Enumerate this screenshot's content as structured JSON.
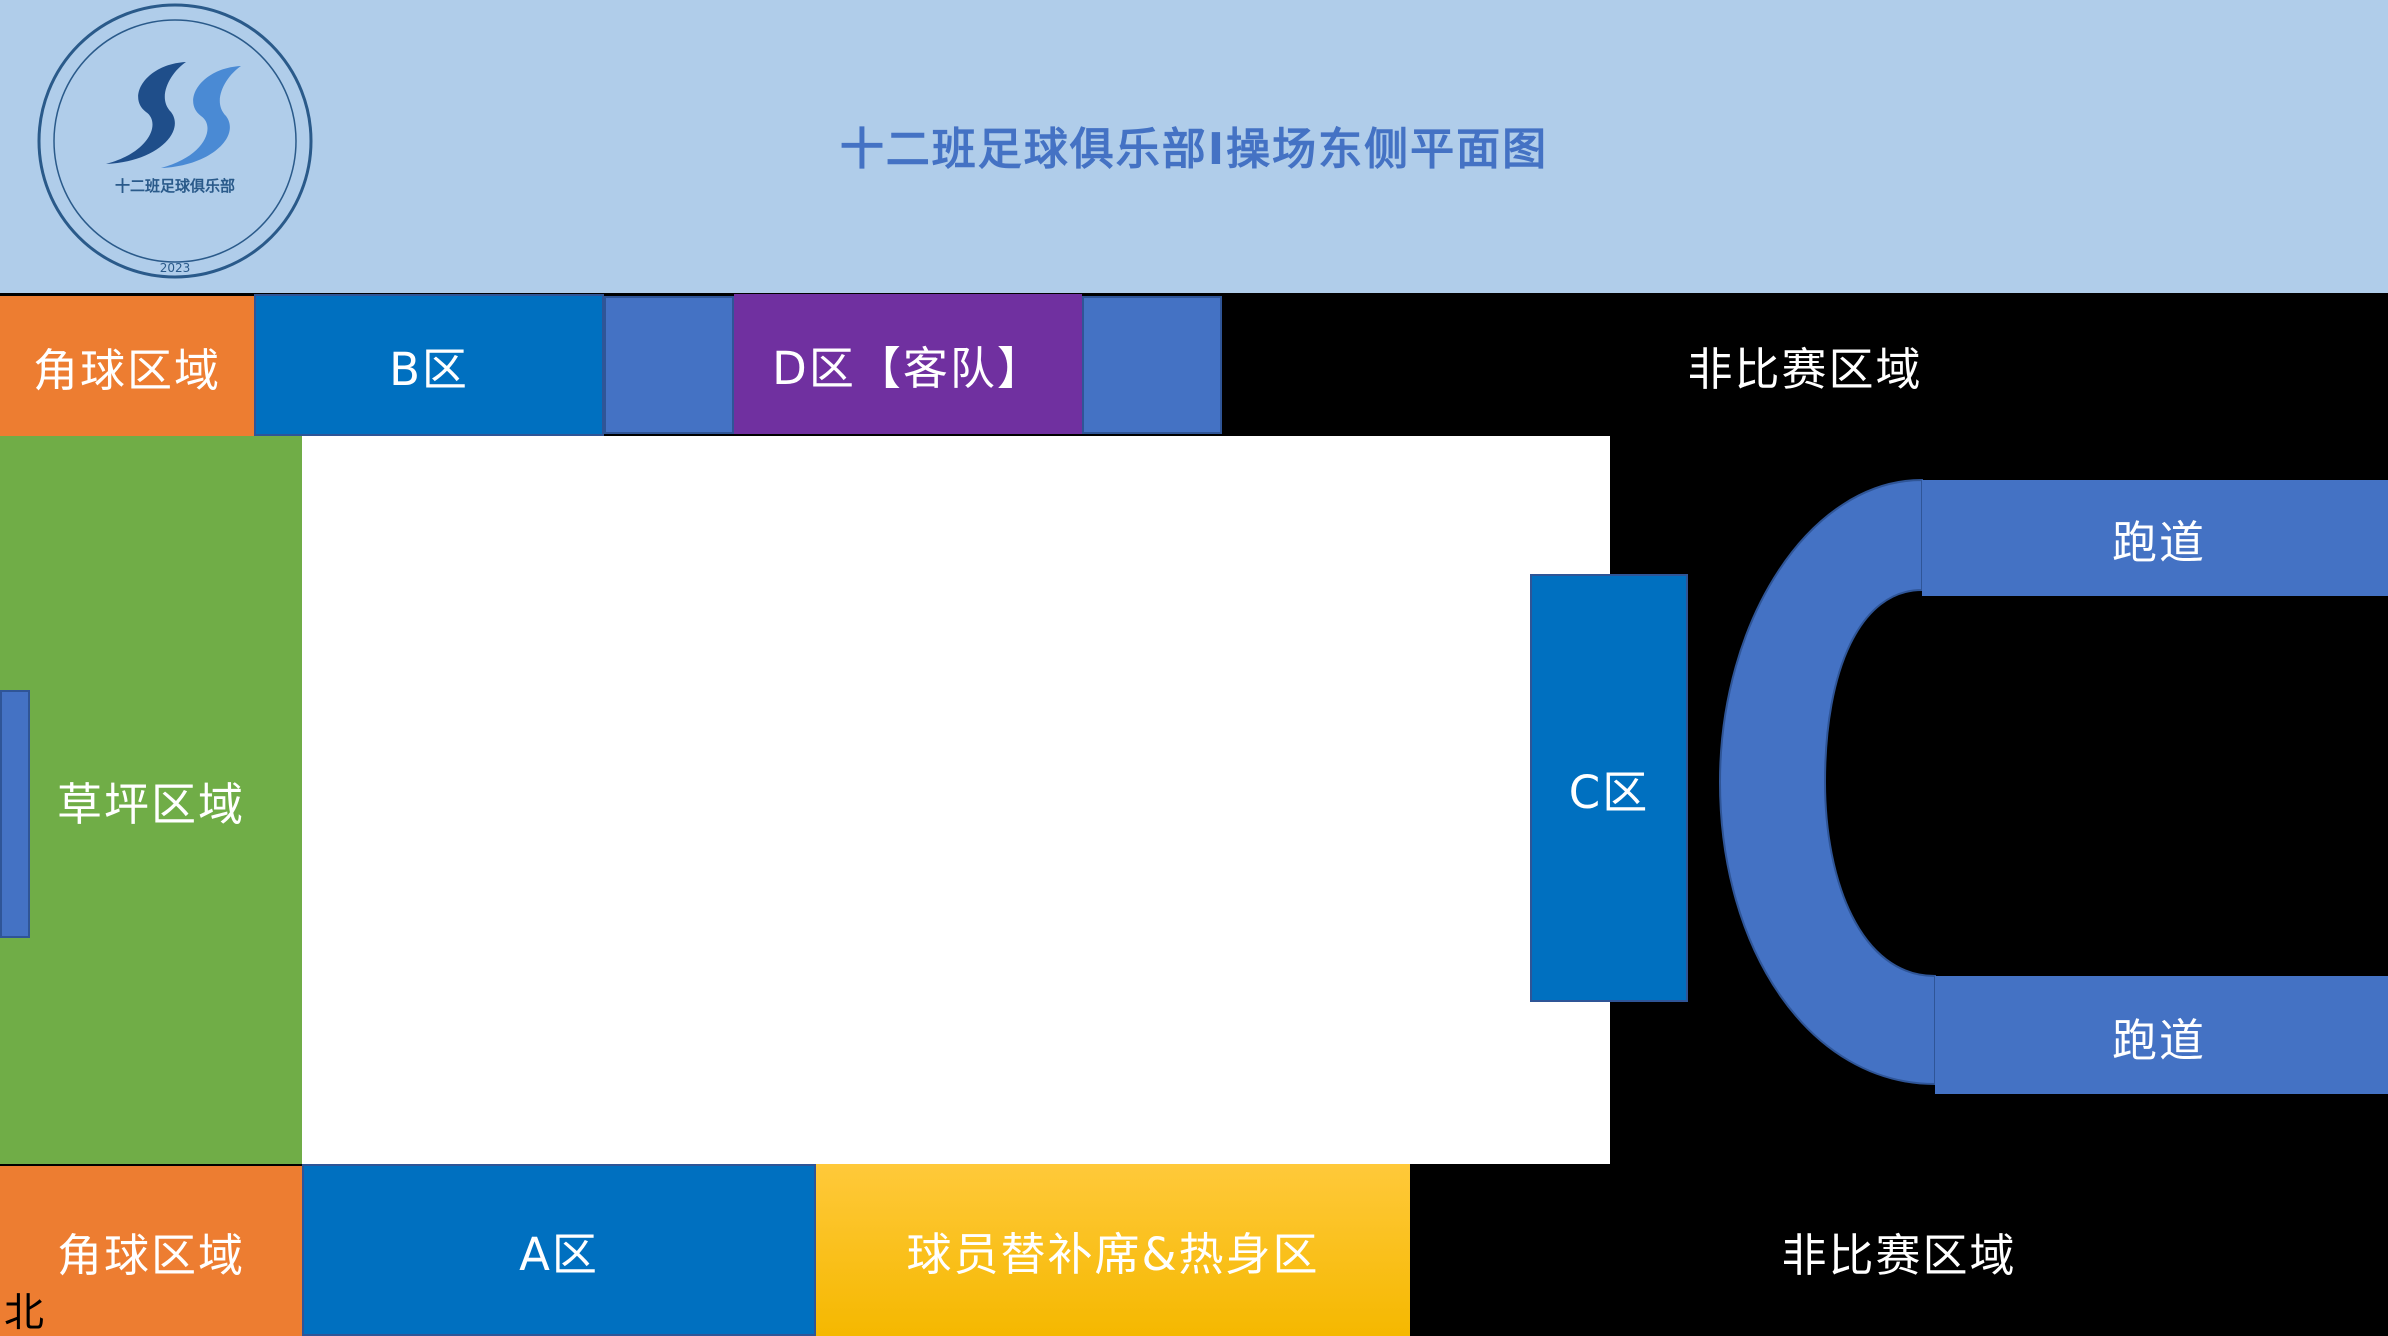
{
  "header": {
    "title": "十二班足球俱乐部I操场东侧平面图"
  },
  "logo": {
    "text": "十二班足球俱乐部",
    "year": "2023"
  },
  "top_row": {
    "corner": "角球区域",
    "zone_b": "B区",
    "zone_d": "D区【客队】",
    "non_match": "非比赛区域"
  },
  "middle": {
    "grass": "草坪区域",
    "zone_c": "C区",
    "track_top": "跑道",
    "track_bottom": "跑道"
  },
  "bottom_row": {
    "corner": "角球区域",
    "zone_a": "A区",
    "bench": "球员替补席&热身区",
    "non_match": "非比赛区域"
  },
  "compass": {
    "north": "北"
  },
  "colors": {
    "header_bg": "#b0cdea",
    "title": "#4472c4",
    "corner_orange": "#ed7d31",
    "zone_blue": "#0070c0",
    "block_blue": "#4472c4",
    "purple": "#7030a0",
    "grass_green": "#70ad47",
    "bench_yellow": "#ffc000",
    "field_white": "#ffffff",
    "non_match_black": "#000000"
  }
}
